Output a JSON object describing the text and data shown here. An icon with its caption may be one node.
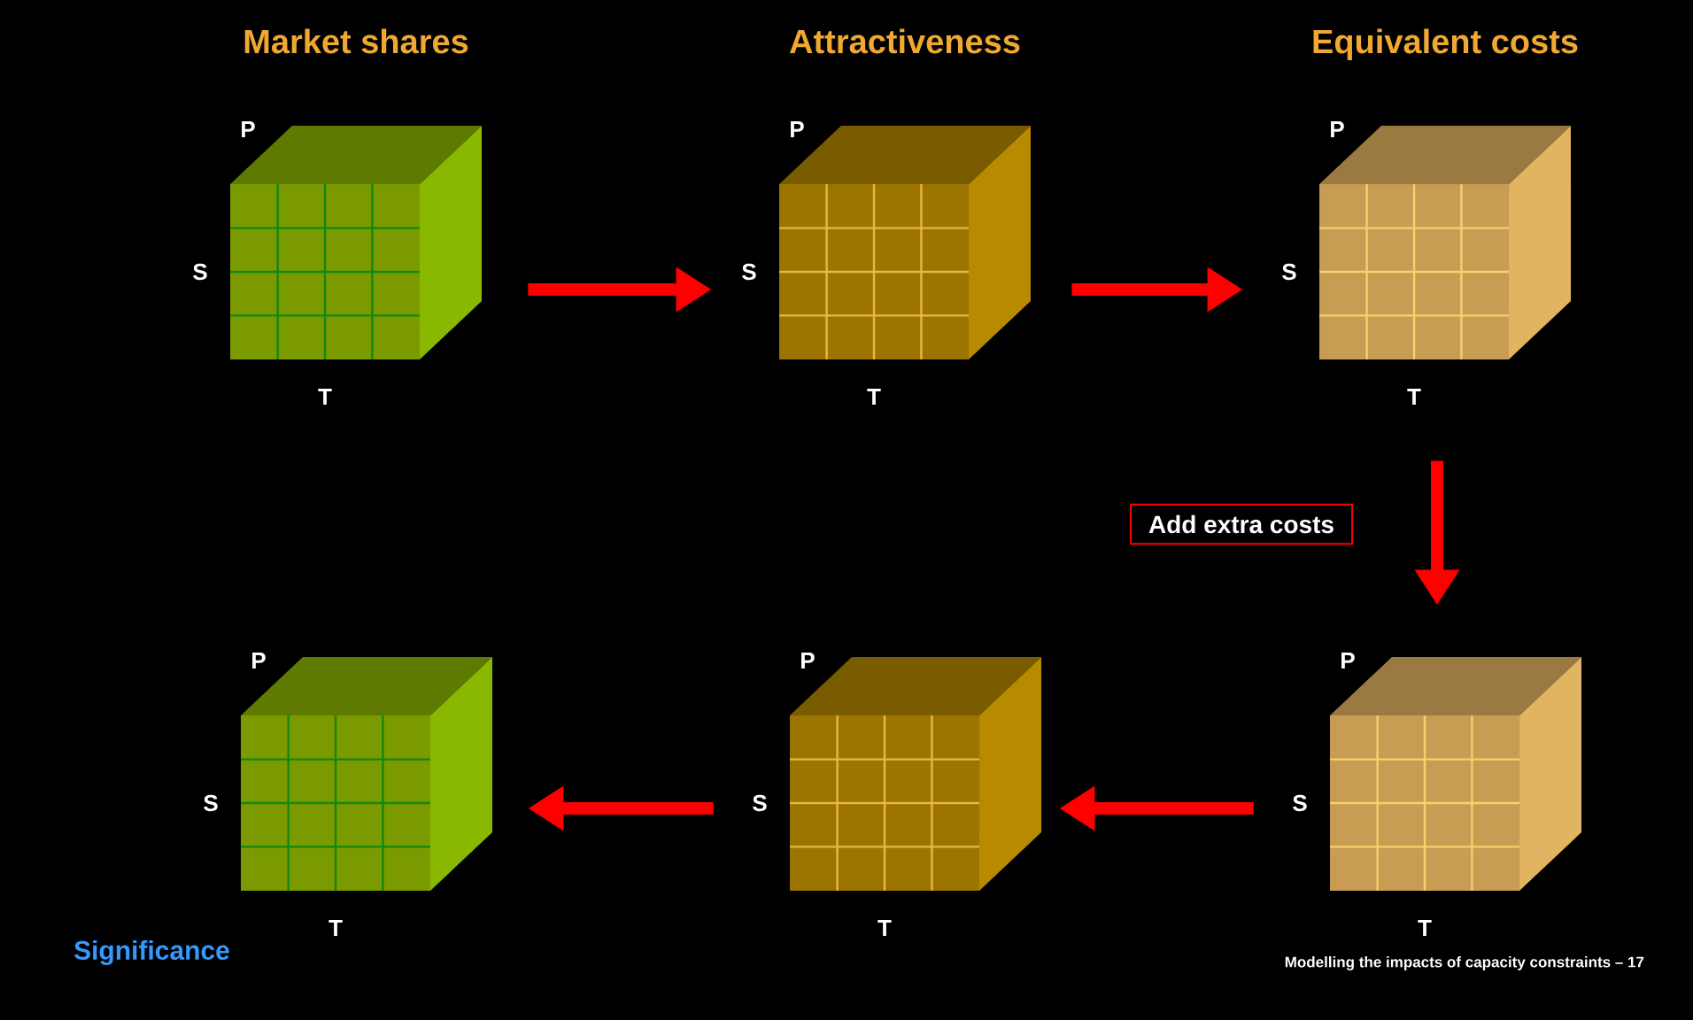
{
  "diagram": {
    "nodes": [
      {
        "text": [
          "Market shares"
        ],
        "beside": [
          "P",
          "S",
          "T"
        ]
      },
      {
        "text": [
          "Attractiveness"
        ],
        "beside": [
          "P",
          "S",
          "T"
        ]
      },
      {
        "text": [
          "Equivalent costs"
        ],
        "beside": [
          "P",
          "S",
          "T"
        ]
      },
      {
        "text": [],
        "shape": "cube",
        "beside": [
          "P",
          "S",
          "T"
        ]
      },
      {
        "text": [],
        "shape": "cube",
        "beside": [
          "P",
          "S",
          "T"
        ]
      },
      {
        "text": [],
        "shape": "cube",
        "beside": [
          "P",
          "S",
          "T"
        ]
      }
    ],
    "edges": [
      {
        "from": 0,
        "to": 1,
        "arrow": "to"
      },
      {
        "from": 1,
        "to": 2,
        "arrow": "to"
      },
      {
        "from": 2,
        "to": 5,
        "arrow": "to",
        "label": "Add extra costs"
      },
      {
        "from": 5,
        "to": 4,
        "arrow": "to"
      },
      {
        "from": 4,
        "to": 3,
        "arrow": "to"
      }
    ],
    "labels": [
      "Significance",
      "Modelling the impacts of capacity constraints – 17"
    ]
  }
}
